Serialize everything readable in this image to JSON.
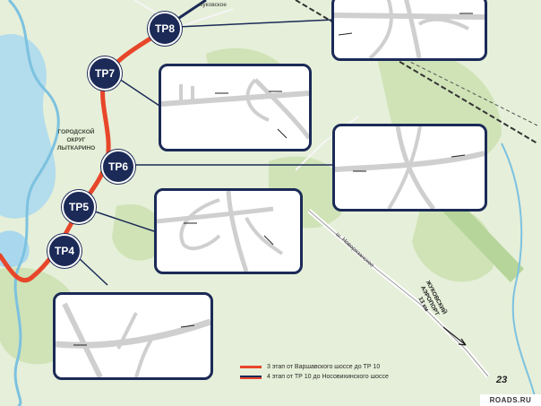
{
  "top_road_label": "жуковское",
  "district": {
    "line1": "ГОРОДСКОЙ",
    "line2": "ОКРУГ",
    "line3": "ЛЫТКАРИНО"
  },
  "interchanges": [
    {
      "id": "tp8",
      "label": "ТР8"
    },
    {
      "id": "tp7",
      "label": "ТР7"
    },
    {
      "id": "tp6",
      "label": "ТР6"
    },
    {
      "id": "tp5",
      "label": "ТР5"
    },
    {
      "id": "tp4",
      "label": "ТР4"
    }
  ],
  "highway_label": "ш. Новорязанское",
  "airport": {
    "line1": "ЖУКОВСКИЙ",
    "line2": "АЭРОПОРТ",
    "line3": "13 км"
  },
  "legend": [
    {
      "label": "3 этап от Варшавского шоссе до ТР 10",
      "color_top": "#e8462a",
      "color_bottom": "#e8462a"
    },
    {
      "label": "4 этап от ТР 10 до Носовихинского шоссе",
      "color_top": "#1b2a57",
      "color_bottom": "#e8462a"
    }
  ],
  "page_number": "23",
  "watermark": "ROADS.RU",
  "colors": {
    "route": "#e8462a",
    "badge": "#1b2a57",
    "water": "#a9d8ee",
    "forest": "#c9dfb0",
    "land": "#e6efd9"
  }
}
